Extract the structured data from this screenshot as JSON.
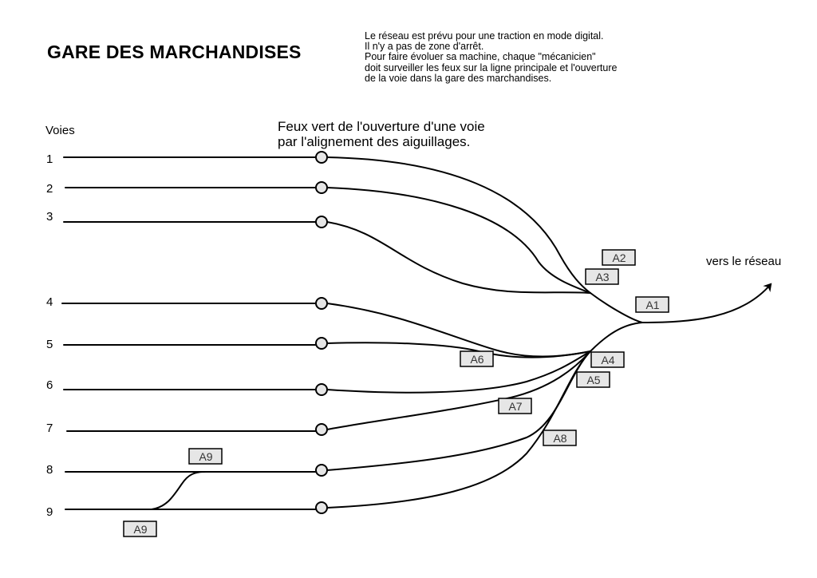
{
  "title": "GARE DES MARCHANDISES",
  "notes": [
    "Le réseau est prévu pour une traction en mode digital.",
    "Il n'y a pas de zone d'arrêt.",
    "Pour faire évoluer sa machine, chaque \"mécanicien\"",
    "doit surveiller les feux sur la ligne principale et l'ouverture",
    "de la voie dans la gare des marchandises."
  ],
  "voies_header": "Voies",
  "signal_caption": [
    "Feux vert de l'ouverture d'une voie",
    "par l'alignement des aiguillages."
  ],
  "reseau_label": "vers le réseau",
  "tracks": [
    "1",
    "2",
    "3",
    "4",
    "5",
    "6",
    "7",
    "8",
    "9"
  ],
  "switches": {
    "A1": "A1",
    "A2": "A2",
    "A3": "A3",
    "A4": "A4",
    "A5": "A5",
    "A6": "A6",
    "A7": "A7",
    "A8": "A8",
    "A9_upper": "A9",
    "A9_lower": "A9"
  },
  "colors": {
    "line": "#000000",
    "signal_fill": "#e6e6e6",
    "label_fill": "#e6e6e6"
  }
}
